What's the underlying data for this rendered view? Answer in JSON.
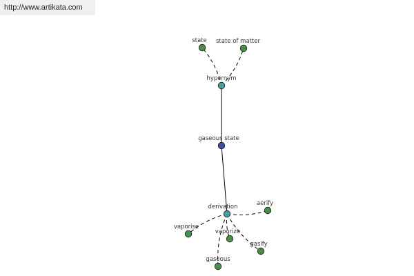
{
  "watermark": "http://www.artikata.com",
  "colors": {
    "leaf_node": "#4a8c4a",
    "relation_node": "#4a9aa0",
    "root_node": "#3f4fa0",
    "edge": "#000000",
    "label": "#333333"
  },
  "nodes": {
    "state": {
      "label": "state",
      "kind": "leaf"
    },
    "state_of_matter": {
      "label": "state of matter",
      "kind": "leaf"
    },
    "hypernym": {
      "label": "hypernym",
      "kind": "relation"
    },
    "gaseous_state": {
      "label": "gaseous state",
      "kind": "root"
    },
    "derivation": {
      "label": "derivation",
      "kind": "relation"
    },
    "aerify": {
      "label": "aerify",
      "kind": "leaf"
    },
    "vaporise": {
      "label": "vaporise",
      "kind": "leaf"
    },
    "vaporize": {
      "label": "vaporize",
      "kind": "leaf"
    },
    "gasify": {
      "label": "gasify",
      "kind": "leaf"
    },
    "gaseous": {
      "label": "gaseous",
      "kind": "leaf"
    }
  },
  "edges": [
    {
      "from": "hypernym",
      "to": "state",
      "style": "dashed"
    },
    {
      "from": "hypernym",
      "to": "state_of_matter",
      "style": "dashed"
    },
    {
      "from": "hypernym",
      "to": "gaseous_state",
      "style": "solid"
    },
    {
      "from": "gaseous_state",
      "to": "derivation",
      "style": "solid"
    },
    {
      "from": "derivation",
      "to": "aerify",
      "style": "dashed"
    },
    {
      "from": "derivation",
      "to": "vaporise",
      "style": "dashed"
    },
    {
      "from": "derivation",
      "to": "vaporize",
      "style": "dashed"
    },
    {
      "from": "derivation",
      "to": "gasify",
      "style": "dashed"
    },
    {
      "from": "derivation",
      "to": "gaseous",
      "style": "dashed"
    }
  ]
}
